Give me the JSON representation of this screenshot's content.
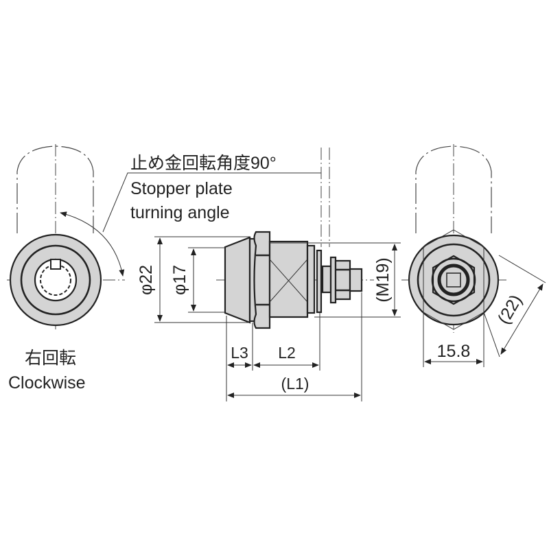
{
  "labels": {
    "stopper_jp": "止め金回転角度90°",
    "stopper_en_1": "Stopper plate",
    "stopper_en_2": "turning angle",
    "rotation_jp": "右回転",
    "rotation_en": "Clockwise"
  },
  "dimensions": {
    "outer_diameter": "φ22",
    "inner_diameter": "φ17",
    "thread": "(M19)",
    "l3": "L3",
    "l2": "L2",
    "l1": "(L1)",
    "hex_flat": "15.8",
    "hex_corner": "(22)"
  }
}
